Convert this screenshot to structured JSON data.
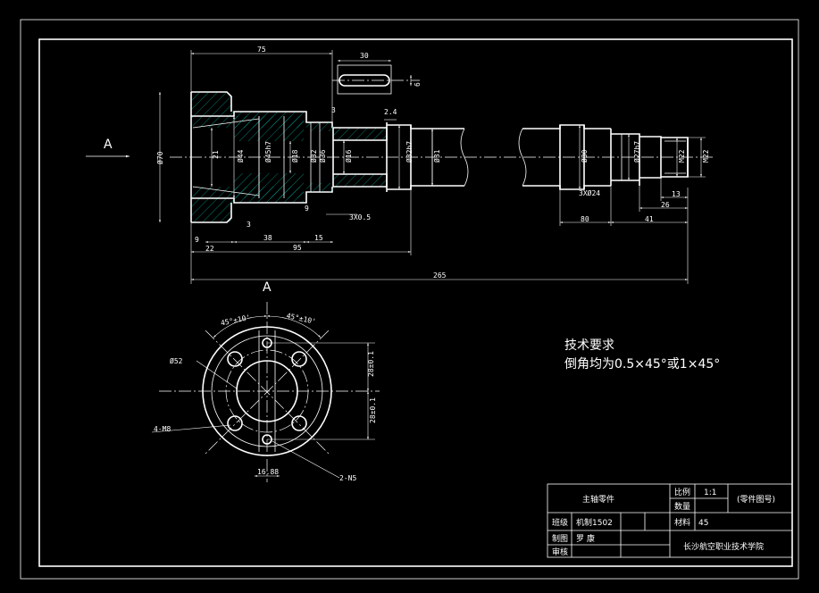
{
  "drawing": {
    "view_label_top": "A",
    "view_label_side": "A",
    "dims_top": [
      "75",
      "30",
      "6",
      "3",
      "2.4"
    ],
    "dims_diam": [
      "Ø70",
      "Ø44",
      "Ø45h7",
      "Ø18",
      "Ø32",
      "Ø36",
      "Ø16",
      "Ø32h7",
      "Ø31",
      "Ø30",
      "Ø27h7",
      "M22",
      "M22",
      "21"
    ],
    "dims_bottom": [
      "3",
      "9",
      "22",
      "38",
      "15",
      "95",
      "3X0.5",
      "3XØ24",
      "13",
      "26",
      "80",
      "41",
      "265",
      "9"
    ],
    "section_dims": [
      "45°±10'",
      "45°±10'",
      "Ø52",
      "4-M8",
      "2-N5",
      "16.88",
      "28±0.1",
      "28±0.1"
    ]
  },
  "tech": {
    "title": "技术要求",
    "line": "倒角均为0.5×45°或1×45°"
  },
  "title_block": {
    "part_name": "主轴零件",
    "scale_label": "比例",
    "scale_value": "1:1",
    "qty_label": "数量",
    "drawing_no": "(零件图号)",
    "class_label": "班级",
    "class_value": "机制1502",
    "material_label": "材料",
    "material_value": "45",
    "drawn_label": "制图",
    "drawn_value": "罗  康",
    "check_label": "审核",
    "school": "长沙航空职业技术学院"
  }
}
